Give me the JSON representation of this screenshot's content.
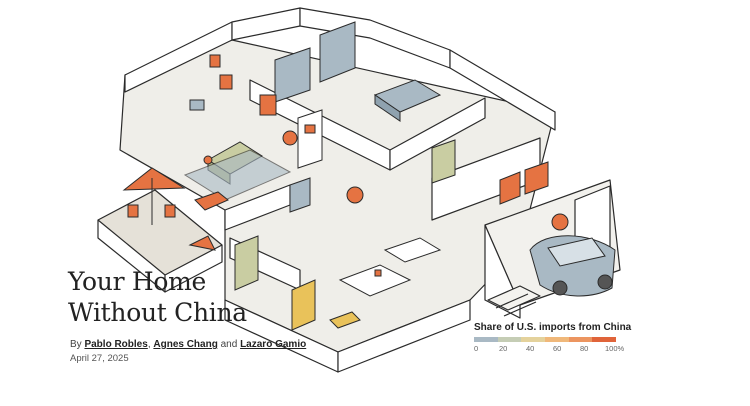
{
  "article": {
    "headline_line1": "Your Home",
    "headline_line2": "Without China",
    "byline_prefix": "By",
    "authors": [
      "Pablo Robles",
      "Agnes Chang",
      "Lazaro Gamio"
    ],
    "comma": ",",
    "and_word": "and",
    "date": "April 27, 2025"
  },
  "legend": {
    "title": "Share of U.S. imports from China",
    "ticks": [
      "0",
      "20",
      "40",
      "60",
      "80",
      "100%"
    ],
    "colors": [
      "#a9b9c4",
      "#c5cdb5",
      "#e4d29c",
      "#f0b87a",
      "#ec9560",
      "#e0643a"
    ]
  },
  "colors": {
    "line": "#2b2b2b",
    "floor": "#ecebe6",
    "low": "#a9b9c4",
    "mid": "#c9cda2",
    "high": "#e57342",
    "yellow": "#e9c25a"
  }
}
